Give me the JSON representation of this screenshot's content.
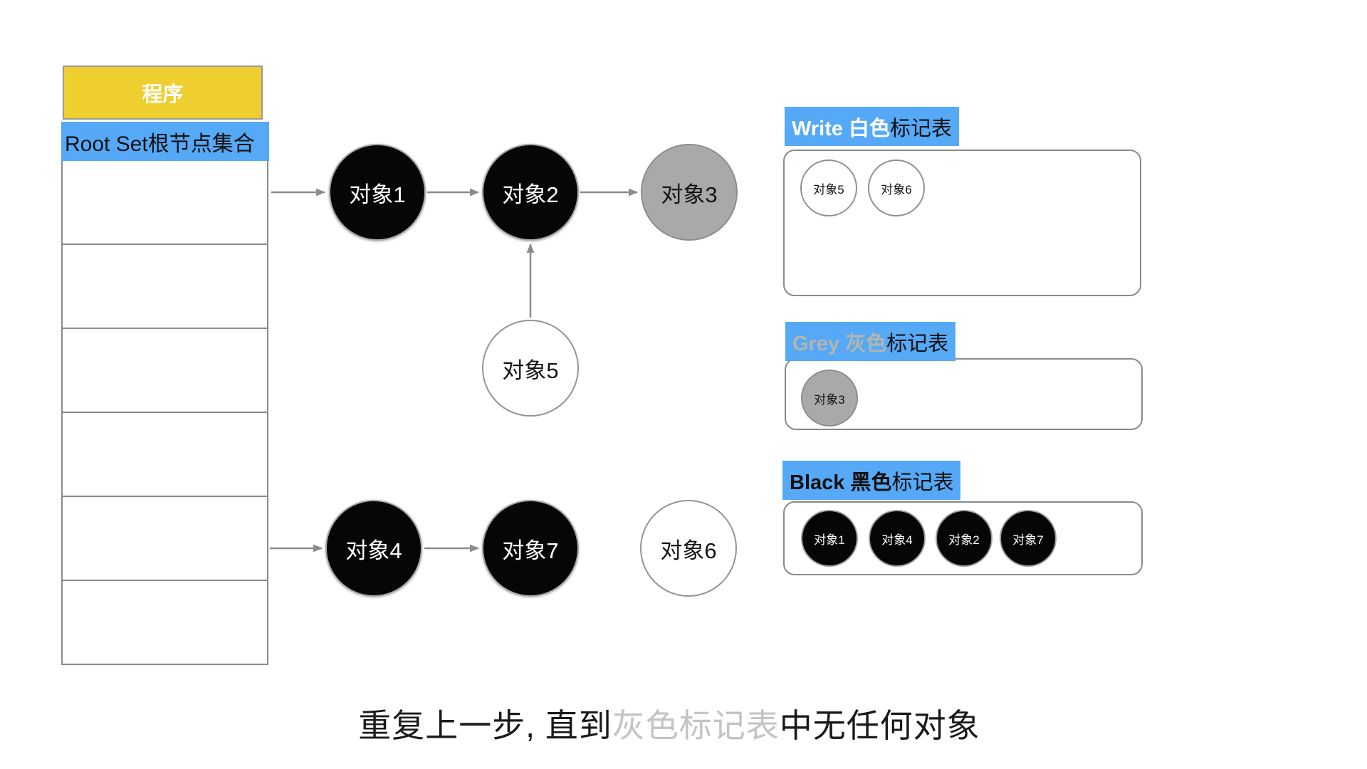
{
  "palette": {
    "program_yellow": "#EFCE2F",
    "label_blue": "#55A9F6",
    "border_gray": "#8A8A8A",
    "arrow_gray": "#8A8A8A",
    "black_object": "#060606",
    "grey_object": "#A9A9A9",
    "white_object": "#FFFFFF",
    "grey_title_text": "#B5B5AD",
    "caption_highlight_gray": "#C4C4C4"
  },
  "left_column": {
    "program_label": "程序",
    "root_set_label": "Root Set根节点集合",
    "empty_row_count": 6
  },
  "graph": {
    "nodes": [
      {
        "id": "obj1",
        "label": "对象1",
        "state": "black"
      },
      {
        "id": "obj2",
        "label": "对象2",
        "state": "black"
      },
      {
        "id": "obj3",
        "label": "对象3",
        "state": "grey"
      },
      {
        "id": "obj5",
        "label": "对象5",
        "state": "white"
      },
      {
        "id": "obj4",
        "label": "对象4",
        "state": "black"
      },
      {
        "id": "obj7",
        "label": "对象7",
        "state": "black"
      },
      {
        "id": "obj6",
        "label": "对象6",
        "state": "white"
      }
    ],
    "edges": [
      {
        "from": "root_set",
        "to": "obj1"
      },
      {
        "from": "obj1",
        "to": "obj2"
      },
      {
        "from": "obj2",
        "to": "obj3"
      },
      {
        "from": "obj5",
        "to": "obj2"
      },
      {
        "from": "root_set",
        "to": "obj4"
      },
      {
        "from": "obj4",
        "to": "obj7"
      }
    ]
  },
  "panels": [
    {
      "id": "white_table",
      "title_strong": "Write 白色",
      "title_rest": "标记表",
      "items": [
        "对象5",
        "对象6"
      ]
    },
    {
      "id": "grey_table",
      "title_strong": "Grey 灰色",
      "title_rest": "标记表",
      "items": [
        "对象3"
      ]
    },
    {
      "id": "black_table",
      "title_strong": "Black 黑色",
      "title_rest": "标记表",
      "items": [
        "对象1",
        "对象4",
        "对象2",
        "对象7"
      ]
    }
  ],
  "caption": {
    "prefix": "重复上一步, 直到",
    "highlight": "灰色标记表",
    "suffix": "中无任何对象"
  }
}
